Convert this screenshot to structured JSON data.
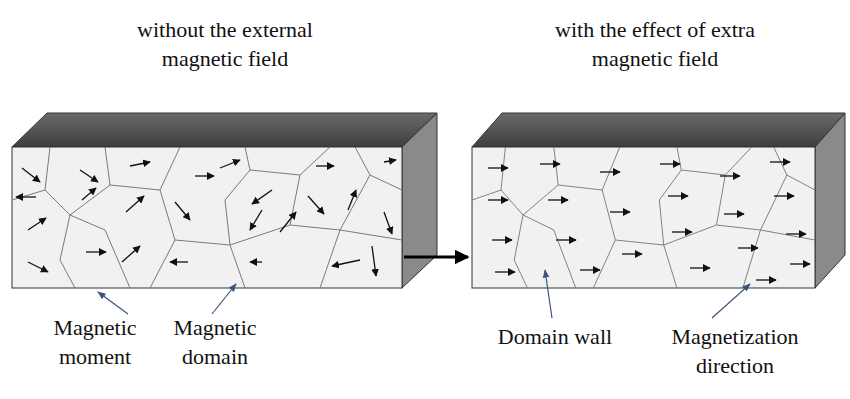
{
  "diagram": {
    "labels": [
      "without the external magnetic field",
      "with the effect of extra magnetic field",
      "Magnetic moment",
      "Magnetic domain",
      "Domain wall",
      "Magnetization direction"
    ]
  }
}
